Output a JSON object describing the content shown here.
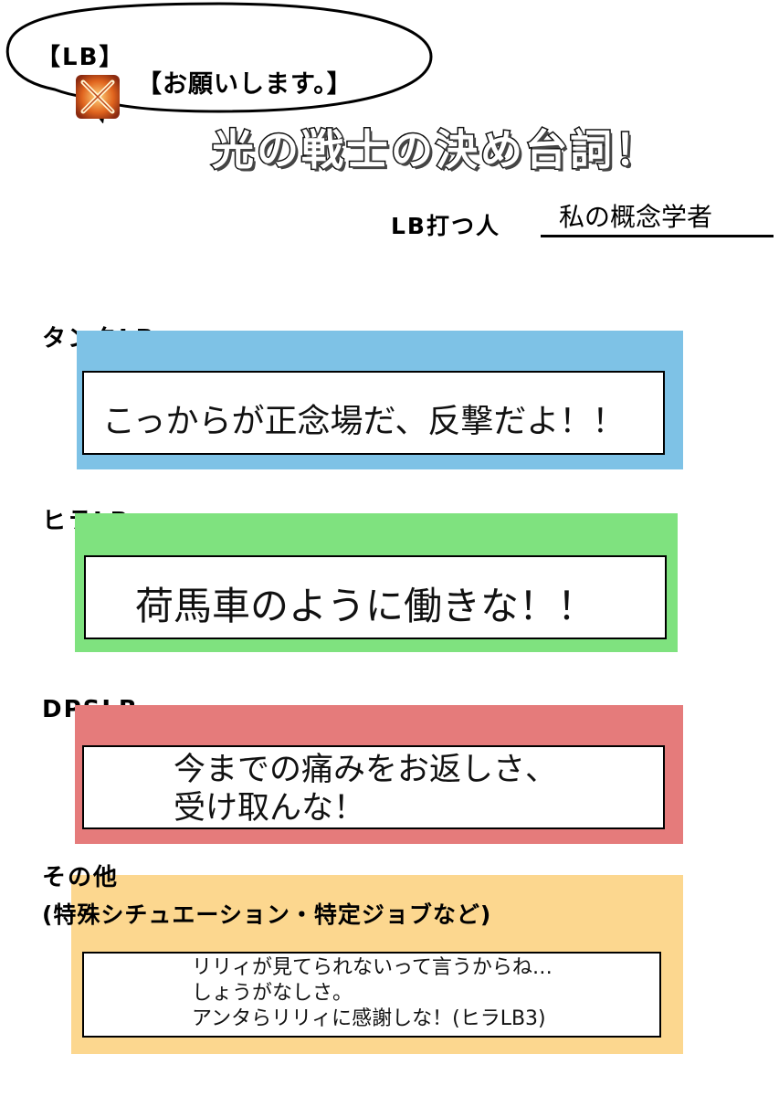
{
  "header": {
    "tag_lb": "【LB】",
    "tag_request": "【お願いします。】",
    "title": "光の戦士の決め台詞！",
    "shooter_label": "LB打つ人",
    "shooter_name": "私の概念学者"
  },
  "sections": {
    "tank": {
      "label": "タンクLB",
      "quote": "こっからが正念場だ、反撃だよ！！",
      "color": "#7ec2e6"
    },
    "healer": {
      "label": "ヒラLB",
      "quote": "荷馬車のように働きな！！",
      "color": "#7fe27f"
    },
    "dps": {
      "label": "DPSLB",
      "quote_line1": "今までの痛みをお返しさ、",
      "quote_line2": "受け取んな！",
      "color": "#e57b7b"
    },
    "other": {
      "label_line1": "その他",
      "label_line2": "(特殊シチュエーション・特定ジョブなど)",
      "quote_line1": "リリィが見てられないって言うからね…",
      "quote_line2": "しょうがなしさ。",
      "quote_line3": "アンタらリリィに感謝しな！(ヒラLB3)",
      "color": "#fcd78f"
    }
  },
  "icons": {
    "lb_icon": "crossed-swords-icon"
  }
}
